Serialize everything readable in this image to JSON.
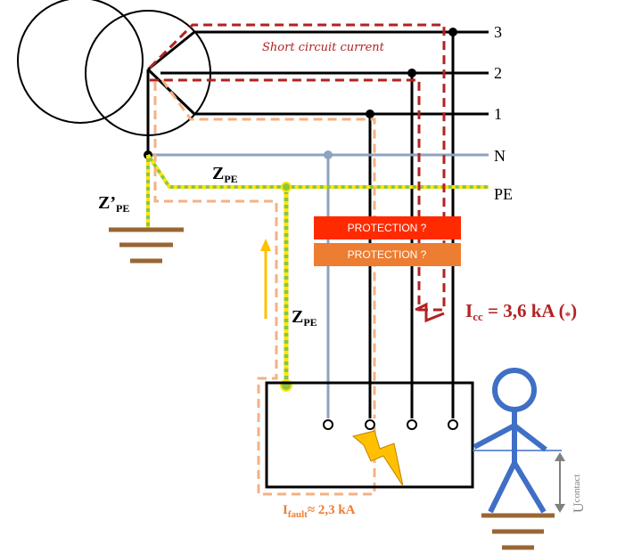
{
  "labels": {
    "short_circuit": "Short circuit current",
    "phase3": "3",
    "phase2": "2",
    "phase1": "1",
    "neutral": "N",
    "pe": "PE",
    "zpe_main": "Z",
    "zpe_main_sub": "PE",
    "zpe_earth": "Z’",
    "zpe_earth_sub": "PE",
    "zpe_vertical": "Z",
    "zpe_vertical_sub": "PE",
    "protection1": "PROTECTION ?",
    "protection2": "PROTECTION ?",
    "icc_prefix": "I",
    "icc_sub": "cc",
    "icc_value": " = 3,6 kA (",
    "icc_star": "*",
    "icc_close": ")",
    "ifault_prefix": "I",
    "ifault_sub": "fault",
    "ifault_value": "≈ 2,3 kA",
    "ucontact_prefix": "U",
    "ucontact_sub": "contact"
  },
  "colors": {
    "line_black": "#000000",
    "neutral_blue": "#8ea3bf",
    "pe_green": "#8cc63f",
    "pe_yellow": "#ffe600",
    "short_circuit_red": "#b22222",
    "fault_orange": "#f4b183",
    "protection_red": "#ff2a00",
    "protection_orange": "#ed7d31",
    "earth_brown": "#996633",
    "person_blue": "#3f6fc6",
    "arrow_yellow": "#ffc000",
    "icc_text": "#b22222",
    "ifault_text": "#ed7d31",
    "ucontact_text": "#808080"
  },
  "icons": {
    "transformer": "transformer-icon",
    "lightning": "lightning-bolt-icon",
    "person": "person-icon",
    "earth": "earth-ground-icon"
  }
}
